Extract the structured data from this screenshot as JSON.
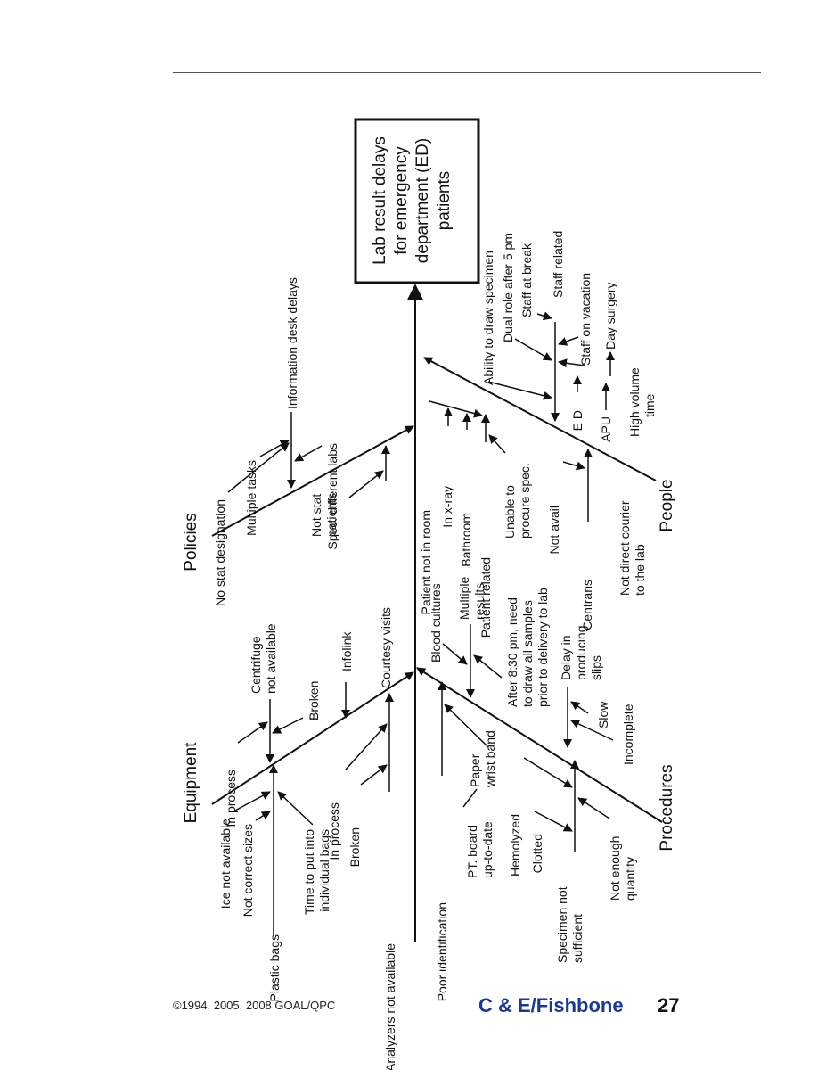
{
  "problem": [
    "Lab result delays",
    "for emergency",
    "department (ED)",
    "patients"
  ],
  "categories": {
    "equipment": "Equipment",
    "policies": "Policies",
    "procedures": "Procedures",
    "people": "People"
  },
  "causes": {
    "equipment": {
      "ice_not_available": "Ice not available",
      "not_correct_sizes": "Not correct sizes",
      "plastic_bags": "Plastic bags",
      "time_to_put": [
        "Time to put into",
        "individual bags"
      ],
      "in_process_1": "In process",
      "centrifuge": [
        "Centrifuge",
        "not available"
      ],
      "broken_1": "Broken",
      "infolink": "Infolink",
      "in_process_2": "In process",
      "broken_2": "Broken",
      "analyzers": "Analyzers not available"
    },
    "policies": {
      "no_stat": "No stat designation",
      "multiple_tasks": "Multiple tasks",
      "info_desk": "Information desk delays",
      "spec_different": "Spec. different labs",
      "not_stat": [
        "Not stat",
        "patients"
      ],
      "courtesy": "Courtesy visits"
    },
    "procedures": {
      "poor_id": "Poor identification",
      "pt_board": [
        "PT. board",
        "up-to-date"
      ],
      "paper_wrist": [
        "Paper",
        "wrist band"
      ],
      "hemolyzed": "Hemolyzed",
      "clotted": "Clotted",
      "specimen_not": [
        "Specimen not",
        "sufficient"
      ],
      "not_enough": [
        "Not enough",
        "quantity"
      ],
      "blood_cultures": "Blood cultures",
      "multiple_results": [
        "Multiple",
        "results"
      ],
      "after_830": [
        "After 8:30 pm, need",
        "to draw all samples",
        "prior to delivery to lab"
      ],
      "delay_slips": [
        "Delay in",
        "producing",
        "slips"
      ],
      "slow": "Slow",
      "incomplete": "Incomplete"
    },
    "people": {
      "patient_not_in_room": "Patient not in room",
      "in_xray": "In x-ray",
      "bathroom": "Bathroom",
      "patient_related": "Patient related",
      "unable_procure": [
        "Unable to",
        "procure spec."
      ],
      "not_avail": "Not avail",
      "centrans": "Centrans",
      "not_direct_courier": [
        "Not direct courier",
        "to the lab"
      ],
      "ability_draw": "Ability to draw specimen",
      "dual_role": "Dual role after 5 pm",
      "staff_break": "Staff at break",
      "staff_related": "Staff related",
      "staff_vacation": "Staff on vacation",
      "day_surgery": "Day surgery",
      "ed": "E D",
      "apu": "APU",
      "high_volume": [
        "High volume",
        "time"
      ]
    }
  },
  "footer": {
    "copyright": "©1994, 2005, 2008 GOAL/QPC",
    "section": "C & E/Fishbone",
    "page": "27"
  }
}
